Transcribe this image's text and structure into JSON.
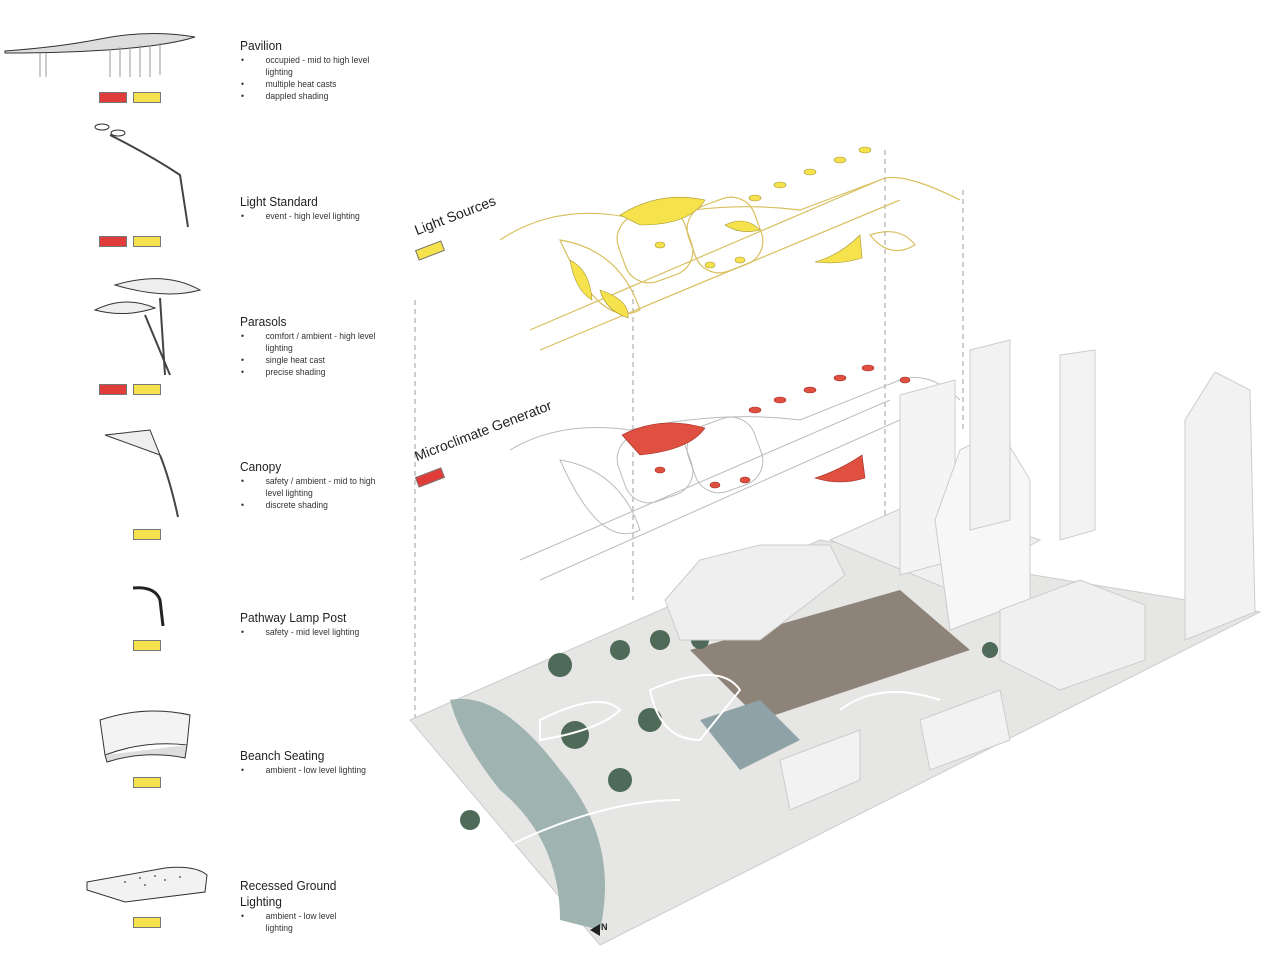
{
  "legend": [
    {
      "title": "Pavilion",
      "bullets": [
        "occupied - mid to high level lighting",
        "multiple heat casts",
        "dappled shading"
      ],
      "swatches": [
        "red",
        "yellow"
      ]
    },
    {
      "title": "Light Standard",
      "bullets": [
        "event - high level lighting"
      ],
      "swatches": [
        "red",
        "yellow"
      ]
    },
    {
      "title": "Parasols",
      "bullets": [
        "comfort / ambient - high level lighting",
        "single heat cast",
        "precise shading"
      ],
      "swatches": [
        "red",
        "yellow"
      ]
    },
    {
      "title": "Canopy",
      "bullets": [
        "safety / ambient - mid to high level lighting",
        "discrete shading"
      ],
      "swatches": [
        "yellow"
      ]
    },
    {
      "title": "Pathway Lamp Post",
      "bullets": [
        "safety - mid level lighting"
      ],
      "swatches": [
        "yellow"
      ]
    },
    {
      "title": "Beanch Seating",
      "bullets": [
        "ambient - low level lighting"
      ],
      "swatches": [
        "yellow"
      ]
    },
    {
      "title": "Recessed Ground Lighting",
      "bullets": [
        "ambient - low level lighting"
      ],
      "swatches": [
        "yellow"
      ]
    }
  ],
  "layers": {
    "light_sources": {
      "label": "Light Sources",
      "color": "#f5e24c"
    },
    "microclimate": {
      "label": "Microclimate Generator",
      "color": "#e03c3a"
    }
  },
  "north_arrow": "N"
}
